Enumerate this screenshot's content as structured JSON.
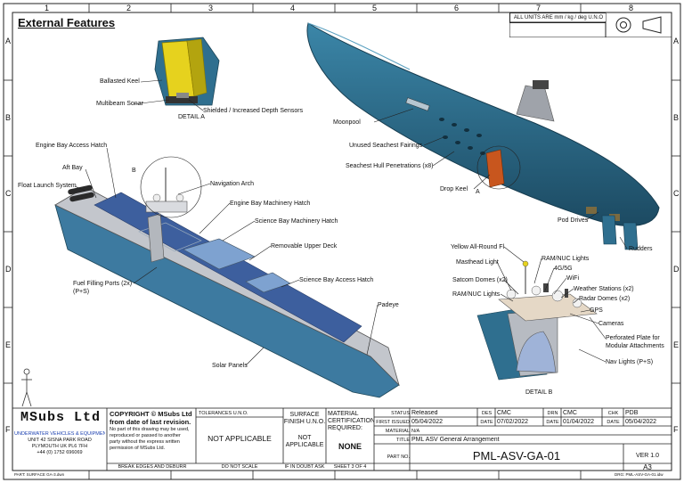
{
  "sheet": {
    "title": "External Features",
    "units_note": "ALL UNITS ARE mm / kg / deg U.N.O",
    "col_labels": [
      "1",
      "2",
      "3",
      "4",
      "5",
      "6",
      "7",
      "8"
    ],
    "row_labels": [
      "A",
      "B",
      "C",
      "D",
      "E",
      "F"
    ]
  },
  "detail_a": {
    "caption": "DETAIL A",
    "labels": [
      "Ballasted Keel",
      "Multibeam Sonar",
      "Shielded / Increased Depth Sensors"
    ]
  },
  "top_right_view": {
    "callout_letter": "A",
    "labels": [
      "Moonpool",
      "Unused Seachest Fairings",
      "Seachest Hull Penetrations (x8)",
      "Drop Keel",
      "Pod Drives",
      "Rudders"
    ]
  },
  "main_view": {
    "callout_letter": "B",
    "labels": [
      "Engine Bay Access Hatch",
      "Aft Bay",
      "Float Launch System",
      "Navigation Arch",
      "Engine Bay Machinery Hatch",
      "Science Bay Machinery Hatch",
      "Removable Upper Deck",
      "Fuel Filling Ports (2x)",
      "(P+S)",
      "Science Bay Access Hatch",
      "Padeye",
      "Solar Panels"
    ]
  },
  "detail_b": {
    "caption": "DETAIL B",
    "labels": [
      "Yellow All-Round Fl",
      "RAM/NUC Lights",
      "Masthead Light",
      "4G/5G",
      "Satcom Domes (x2)",
      "WiFi",
      "RAM/NUC Lights",
      "Weather Stations (x2)",
      "Radar Domes (x2)",
      "GPS",
      "Cameras",
      "Perforated Plate for",
      "Modular Attachments",
      "Nav Lights (P+S)"
    ]
  },
  "title_block": {
    "company": "MSubs Ltd",
    "company_lines": [
      "UNDERWATER VEHICLES & EQUIPMENT",
      "UNIT 42 SISNA PARK ROAD",
      "PLYMOUTH UK PL6 7FH",
      "+44 (0) 1752 696069"
    ],
    "copyright_head": "COPYRIGHT © MSubs Ltd",
    "copyright_sub": "from date of last revision.",
    "copyright_body": [
      "No part of this drawing may be used,",
      "reproduced or passed to another",
      "party without the express written",
      "permission of MSubs Ltd."
    ],
    "tolerances_label": "TOLERANCES U.N.O.",
    "tolerances_value": "NOT APPLICABLE",
    "surface_label": [
      "SURFACE",
      "FINISH U.N.O."
    ],
    "surface_value": [
      "NOT",
      "APPLICABLE"
    ],
    "material_cert_label": [
      "MATERIAL",
      "CERTIFICATION",
      "REQUIRED:"
    ],
    "material_cert_value": "NONE",
    "status_label": "STATUS",
    "status_value": "Released",
    "first_issued_label": "FIRST ISSUED",
    "first_issued_value": "05/04/2022",
    "material_label": "MATERIAL",
    "material_value": "N/A",
    "title_label": "TITLE",
    "title_value": "PML ASV General Arrangement",
    "part_no_label": "PART NO.",
    "part_no_value": "PML-ASV-GA-01",
    "version": "VER 1.0",
    "sheet_size": "A3",
    "des_label": "DES",
    "des_value": "CMC",
    "des_date_label": "DATE",
    "des_date_value": "07/02/2022",
    "drn_label": "DRN",
    "drn_value": "CMC",
    "drn_date_label": "DATE",
    "drn_date_value": "01/04/2022",
    "chk_label": "CHK",
    "chk_value": "PDB",
    "chk_date_label": "DATE",
    "chk_date_value": "05/04/2022",
    "bottom_notes": [
      "BREAK EDGES AND DEBURR",
      "DO NOT SCALE",
      "IF IN DOUBT ASK",
      "SHEET 3  OF 4"
    ],
    "footer_left": "PART: SURFACE GA-3.dwn",
    "footer_right": "DRG: PML-ASV-GA-01.idw"
  },
  "colors": {
    "hull_blue": "#2f6f8f",
    "hull_dark": "#1f4f66",
    "deck_grey": "#b9bcc2",
    "deck_blue": "#3d5f9e",
    "keel_yellow": "#e6d21e",
    "keel_orange": "#c8561e",
    "title_blue": "#1a3fb0"
  }
}
